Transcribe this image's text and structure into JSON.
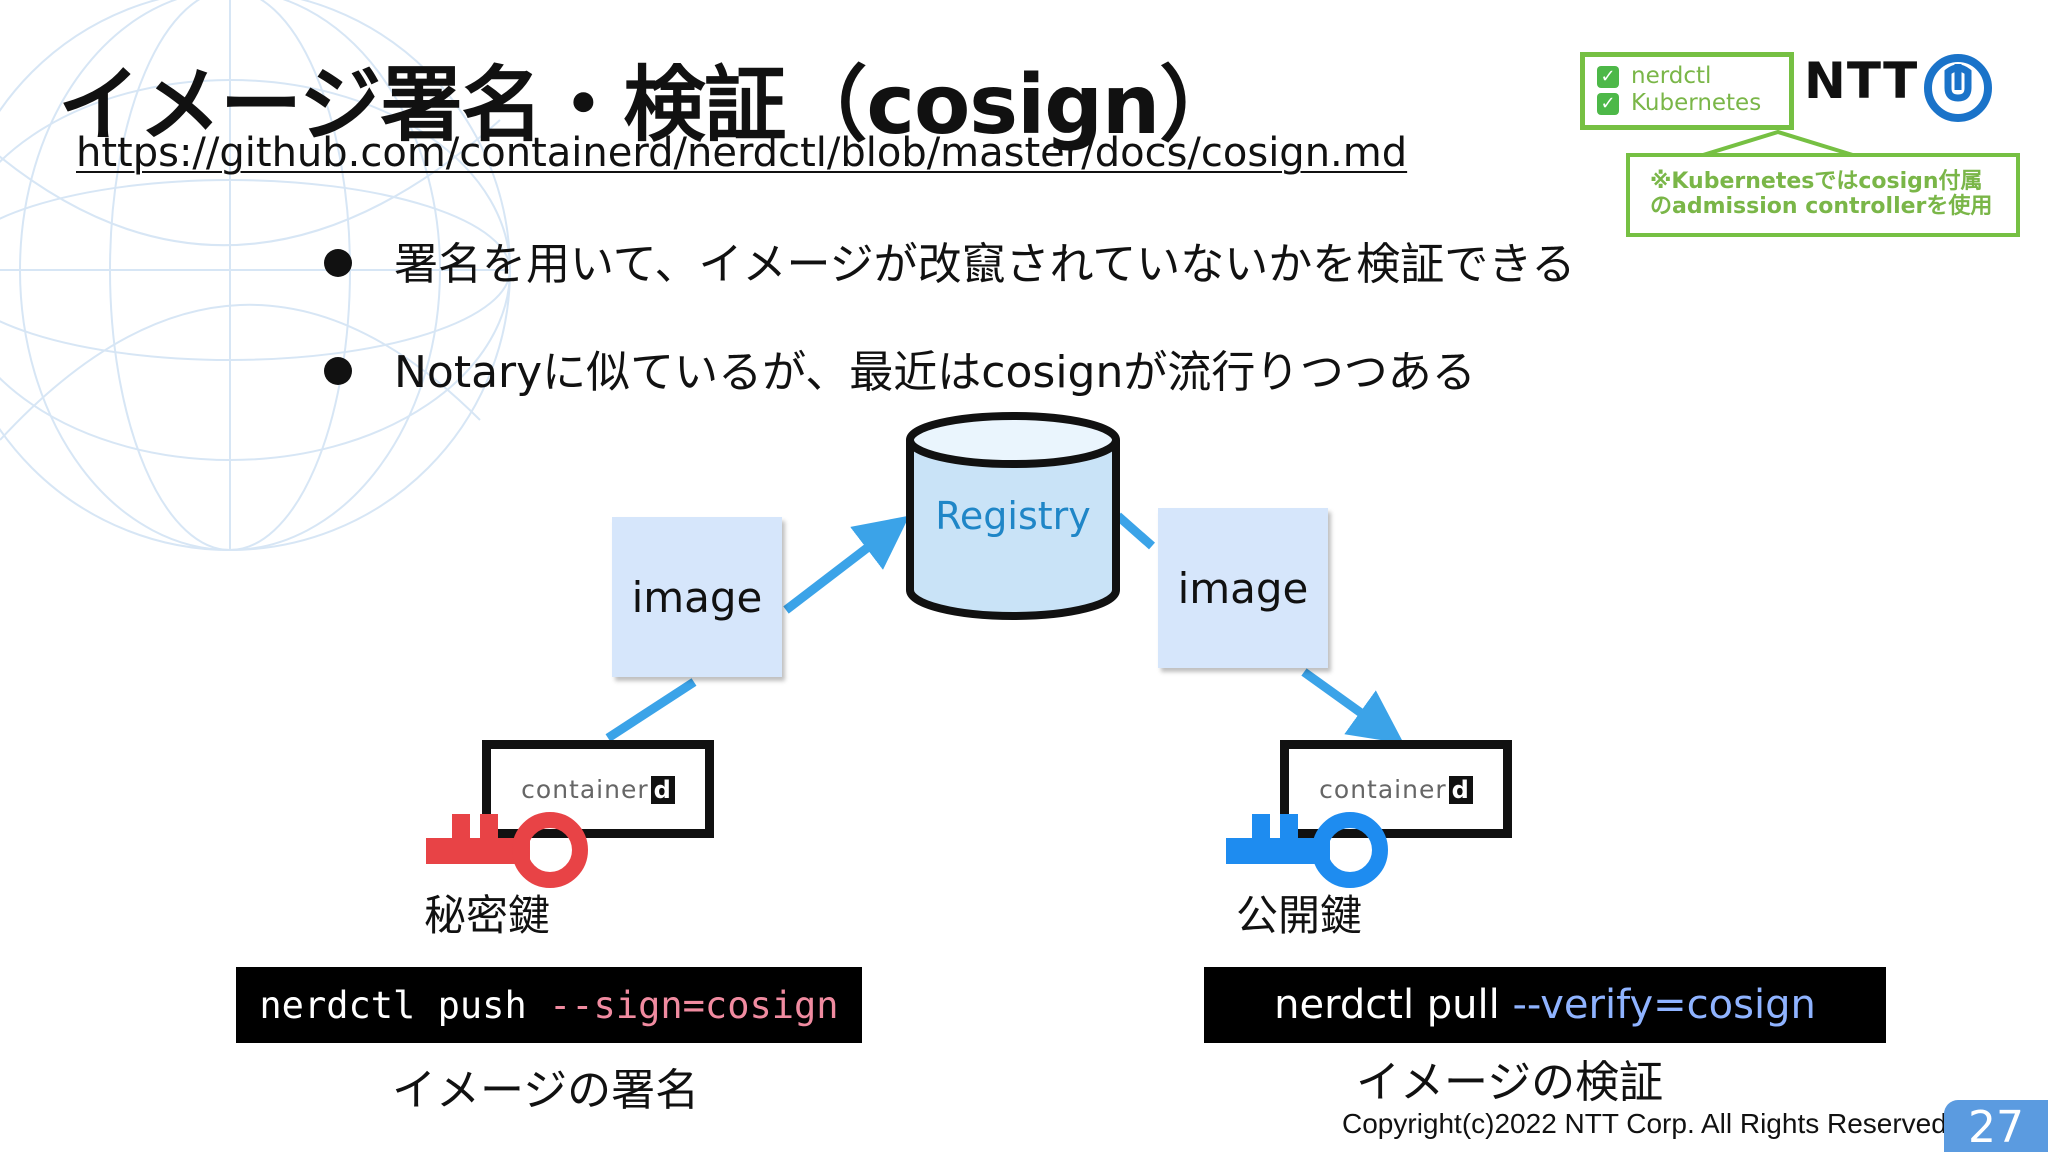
{
  "slide": {
    "title": "イメージ署名・検証（cosign）",
    "url": "https://github.com/containerd/nerdctl/blob/master/docs/cosign.md",
    "bullets": [
      "署名を用いて、イメージが改竄されていないかを検証できる",
      "Notaryに似ているが、最近はcosignが流行りつつある"
    ]
  },
  "tags": {
    "items": [
      "nerdctl",
      "Kubernetes"
    ],
    "note_line1": "※Kubernetesではcosign付属",
    "note_line2": "のadmission controllerを使用"
  },
  "logo": {
    "text": "NTT"
  },
  "diagram": {
    "registry": "Registry",
    "image_left": "image",
    "image_right": "image",
    "containerd_text": "container",
    "containerd_mark": "d",
    "private_key": "秘密鍵",
    "public_key": "公開鍵",
    "push_cmd": "nerdctl push ",
    "push_flag": "--sign=cosign",
    "pull_cmd": "nerdctl pull ",
    "pull_flag": "--verify=cosign",
    "sign_caption": "イメージの署名",
    "verify_caption": "イメージの検証"
  },
  "footer": {
    "copyright": "Copyright(c)2022 NTT Corp. All Rights Reserved.",
    "page": "27"
  },
  "colors": {
    "tag_green": "#76c043",
    "arrow_blue": "#3ba3e8",
    "private_key_red": "#e84346",
    "public_key_blue": "#1e8cf0",
    "registry_fill": "#c9e3f7",
    "image_fill": "#d6e6fb"
  }
}
